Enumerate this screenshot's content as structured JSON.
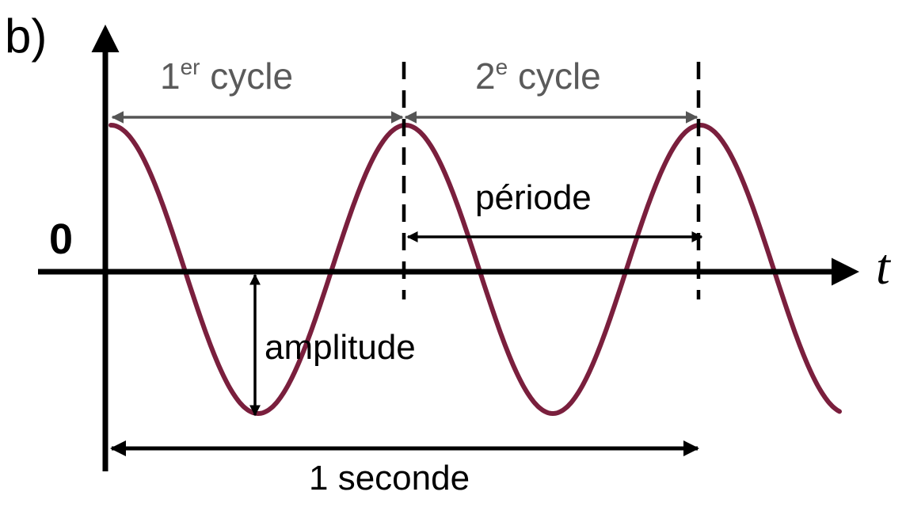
{
  "panel_label": "b)",
  "origin_label": "0",
  "axis_label": "t",
  "cycle1": {
    "number": "1",
    "suffix": "er",
    "word": " cycle"
  },
  "cycle2": {
    "number": "2",
    "suffix": "e",
    "word": " cycle"
  },
  "period_label": "période",
  "amplitude_label": "amplitude",
  "second_label": "1 seconde",
  "colors": {
    "wave": "#7a1f3d",
    "axes": "#000000",
    "gray_arrow": "#555555",
    "gray_text": "#5a5a5a"
  }
}
